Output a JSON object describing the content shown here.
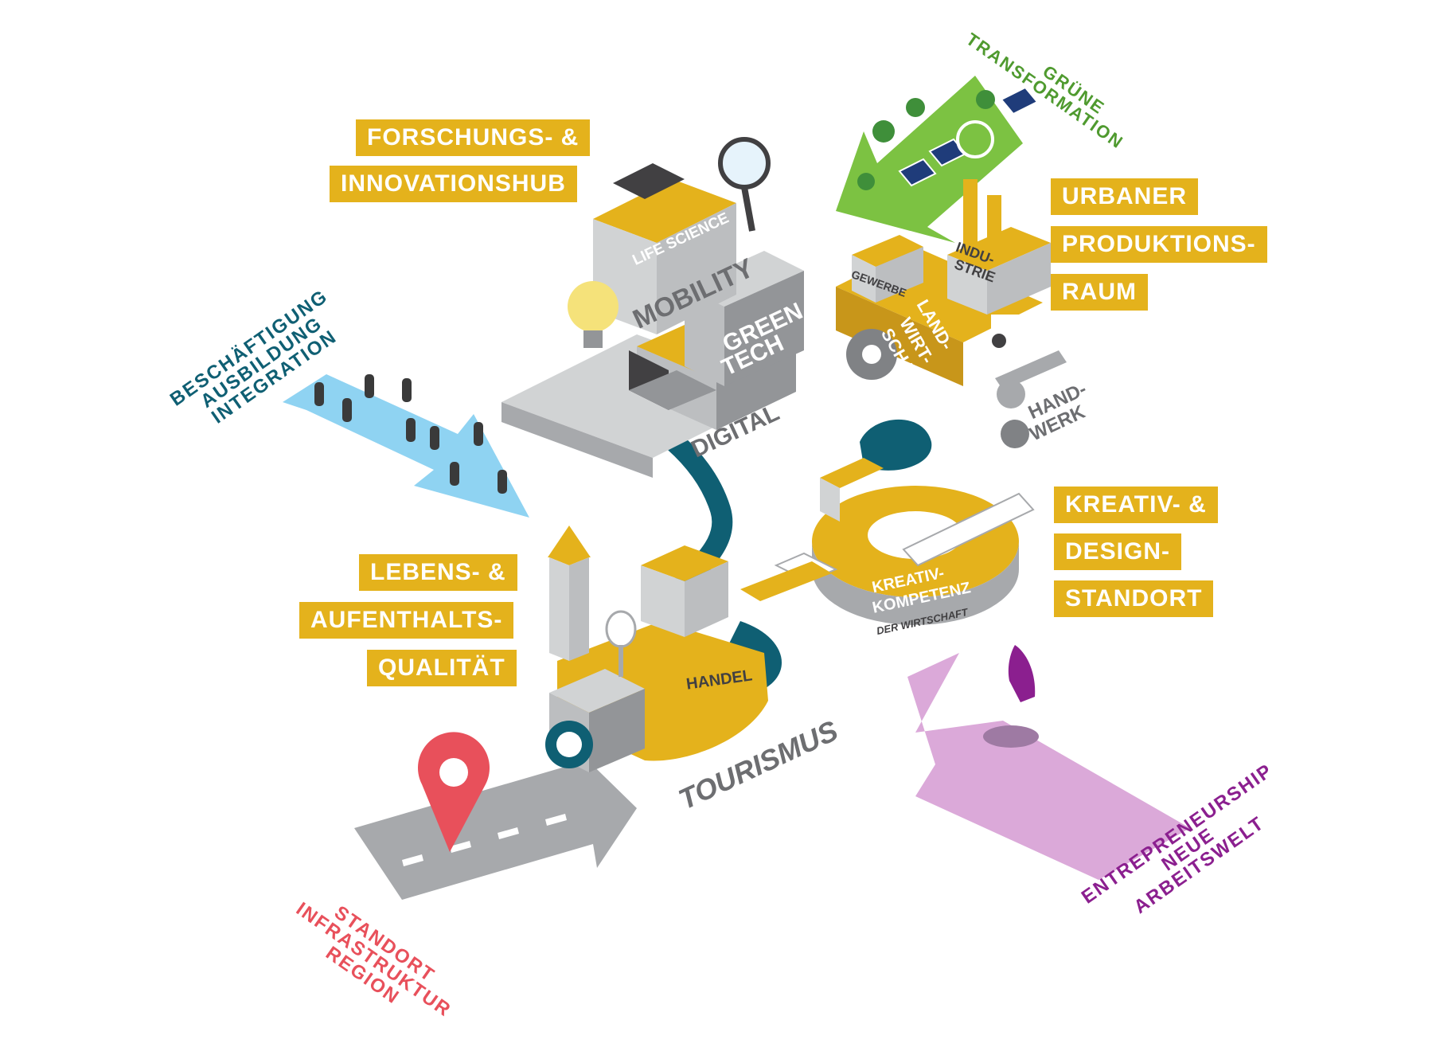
{
  "colors": {
    "yellow": "#e4b21c",
    "grey": "#a7a9ac",
    "dark_grey": "#6d6e71",
    "teal": "#0f5f73",
    "green": "#7cc242",
    "blue": "#8fd3f2",
    "pink": "#dba9d9",
    "red": "#e8505b",
    "purple": "#8b1f8f"
  },
  "labels": {
    "forschung": [
      "FORSCHUNGS- &",
      "INNOVATIONSHUB"
    ],
    "urban": [
      "URBANER",
      "PRODUKTIONS-",
      "RAUM"
    ],
    "kreativ": [
      "KREATIV- &",
      "DESIGN-",
      "STANDORT"
    ],
    "lebens": [
      "LEBENS- &",
      "AUFENTHALTS-",
      "QUALITÄT"
    ]
  },
  "arrows": {
    "gruene": [
      "GRÜNE",
      "TRANSFORMATION"
    ],
    "beschaeftigung": [
      "BESCHÄFTIGUNG",
      "AUSBILDUNG",
      "INTEGRATION"
    ],
    "standort": [
      "STANDORT",
      "INFRASTRUKTUR",
      "REGION"
    ],
    "entrepreneurship": [
      "ENTREPRENEURSHIP",
      "NEUE",
      "ARBEITSWELT"
    ]
  },
  "building_text": {
    "life_science": "LIFE SCIENCE",
    "mobility": "MOBILITY",
    "green": "GREEN",
    "tech": "TECH",
    "digital": "DIGITAL",
    "gewerbe": "GEWERBE",
    "indu": "INDU-",
    "strie": "STRIE",
    "land": "LAND-",
    "wirt": "WIRT-",
    "schaft": "SCHAFT",
    "hand": "HAND-",
    "werk": "WERK",
    "kreativ": "KREATIV-",
    "kompetenz": "KOMPETENZ",
    "der_wirtschaft": "DER WIRTSCHAFT",
    "handel": "HANDEL",
    "tourismus": "TOURISMUS"
  }
}
